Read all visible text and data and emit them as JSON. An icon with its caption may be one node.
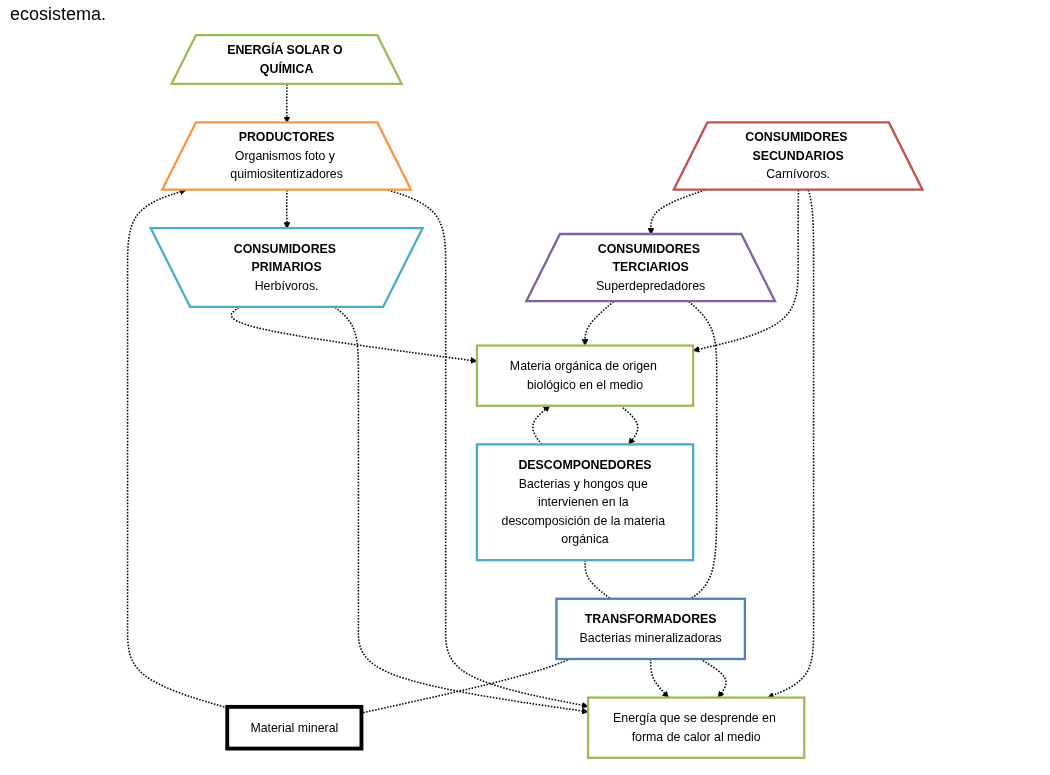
{
  "diagram": {
    "nodes": [
      {
        "text": [
          "ENERGÍA SOLAR O QUÍMICA"
        ]
      },
      {
        "text": [
          "Material mineral"
        ]
      },
      {
        "text": [
          "PRODUCTORES",
          "Organismos foto y quimiositentizadores"
        ]
      },
      {
        "text": [
          "CONSUMIDORES PRIMARIOS",
          "Herbívoros."
        ]
      },
      {
        "text": [
          "Energía que se desprende en forma de calor al medio"
        ]
      },
      {
        "text": [
          "Materia orgánica de origen biológico en el medio"
        ]
      },
      {
        "text": [
          "DESCOMPONEDORES",
          "Bacterias y hongos que intervienen en la descomposición de la materia orgánica"
        ]
      },
      {
        "text": [
          "CONSUMIDORES SECUNDARIOS",
          "Carnívoros."
        ]
      },
      {
        "text": [
          "TRANSFORMADORES",
          "Bacterias mineralizadoras"
        ]
      },
      {
        "text": [
          "CONSUMIDORES TERCIARIOS",
          "Superdepredadores"
        ]
      }
    ],
    "edges": [
      {
        "from": 0,
        "to": 2,
        "arrow": "to",
        "style": "dashed"
      },
      {
        "from": 1,
        "to": 2,
        "arrow": "to",
        "style": "dashed"
      },
      {
        "from": 2,
        "to": 4,
        "arrow": "to",
        "style": "dashed"
      },
      {
        "from": 2,
        "to": 3,
        "arrow": "to",
        "style": "dashed"
      },
      {
        "from": 3,
        "to": 4,
        "arrow": "to",
        "style": "dashed"
      },
      {
        "from": 3,
        "to": 5,
        "arrow": "to",
        "style": "dashed"
      },
      {
        "from": 5,
        "to": 6,
        "arrow": "to",
        "style": "dashed"
      },
      {
        "from": 6,
        "to": 5,
        "arrow": "to",
        "style": "dashed"
      },
      {
        "from": 7,
        "to": 4,
        "arrow": "to",
        "style": "dashed"
      },
      {
        "from": 7,
        "to": 5,
        "arrow": "to",
        "style": "dashed"
      },
      {
        "from": 7,
        "to": 9,
        "arrow": "to",
        "style": "dashed"
      },
      {
        "from": 8,
        "to": 4,
        "arrow": "to",
        "style": "dashed"
      },
      {
        "from": 8,
        "to": 4,
        "arrow": "to",
        "style": "dashed"
      },
      {
        "from": 9,
        "to": 8,
        "arrow": "none",
        "style": "dashed"
      },
      {
        "from": 9,
        "to": 5,
        "arrow": "to",
        "style": "dashed"
      },
      {
        "from": 6,
        "to": 8,
        "arrow": "none",
        "style": "dashed"
      },
      {
        "from": 8,
        "to": 1,
        "arrow": "none",
        "style": "dashed"
      }
    ],
    "labels": [
      "ecosistema."
    ]
  }
}
